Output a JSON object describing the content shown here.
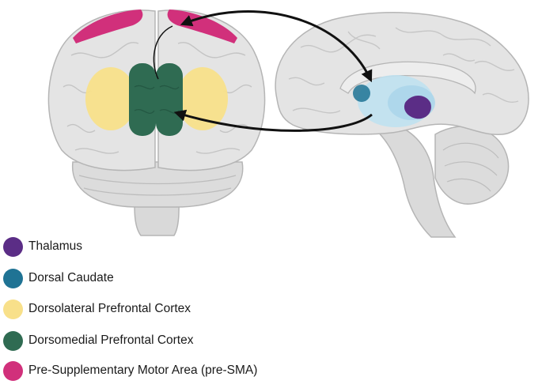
{
  "colors": {
    "thalamus": "#5b2d86",
    "dorsal_caudate": "#1f7394",
    "dlpfc": "#f8e08a",
    "dmpfc": "#2f6b52",
    "pre_sma": "#d1307b",
    "brain_fill": "#e4e4e4",
    "brain_outline": "#b5b5b5",
    "arrow": "#111111",
    "ventricle_highlight": "#bfe1f0"
  },
  "legend": {
    "items": [
      {
        "label": "Thalamus",
        "color": "#5b2d86"
      },
      {
        "label": "Dorsal Caudate",
        "color": "#1f7394"
      },
      {
        "label": "Dorsolateral Prefrontal Cortex",
        "color": "#f8e08a"
      },
      {
        "label": "Dorsomedial Prefrontal Cortex",
        "color": "#2f6b52"
      },
      {
        "label": "Pre-Supplementary Motor Area (pre-SMA)",
        "color": "#d1307b"
      }
    ]
  }
}
